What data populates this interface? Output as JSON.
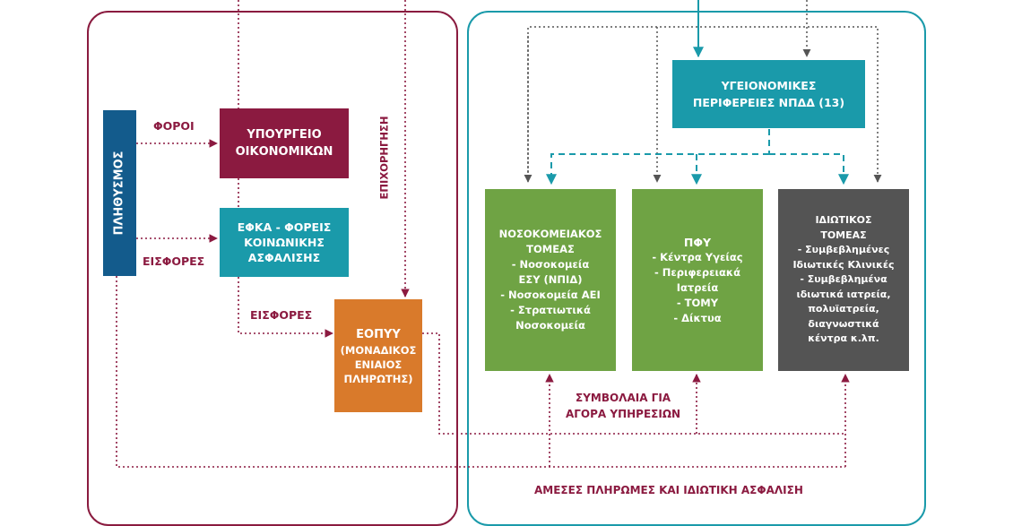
{
  "colors": {
    "maroon": "#8b1a40",
    "teal": "#1a9aaa",
    "green": "#6fa344",
    "orange": "#d97a2b",
    "gray": "#545454",
    "navy": "#135b8c"
  },
  "boxes": {
    "population": "ΠΛΗΘΥΣΜΟΣ",
    "ministry": [
      "ΥΠΟΥΡΓΕΙΟ",
      "ΟΙΚΟΝΟΜΙΚΩΝ"
    ],
    "efka": [
      "ΕΦΚΑ - ΦΟΡΕΙΣ",
      "ΚΟΙΝΩΝΙΚΗΣ",
      "ΑΣΦΑΛΙΣΗΣ"
    ],
    "eopyy": [
      "ΕΟΠΥΥ",
      "(ΜΟΝΑΔΙΚΟΣ",
      "ΕΝΙΑΙΟΣ",
      "ΠΛΗΡΩΤΗΣ)"
    ],
    "regions": [
      "ΥΓΕΙΟΝΟΜΙΚΕΣ",
      "ΠΕΡΙΦΕΡΕΙΕΣ ΝΠΔΔ (13)"
    ],
    "hospital": [
      "ΝΟΣΟΚΟΜΕΙΑΚΟΣ",
      "ΤΟΜΕΑΣ",
      "- Νοσοκομεία",
      "ΕΣΥ (ΝΠΙΔ)",
      "- Νοσοκομεία ΑΕΙ",
      "- Στρατιωτικά",
      "Νοσοκομεία"
    ],
    "pfy": [
      "ΠΦΥ",
      "- Κέντρα Υγείας",
      "- Περιφερειακά",
      "Ιατρεία",
      "- ΤΟΜΥ",
      "- Δίκτυα"
    ],
    "private": [
      "ΙΔΙΩΤΙΚΟΣ",
      "ΤΟΜΕΑΣ",
      "- Συμβεβλημένες",
      "Ιδιωτικές Κλινικές",
      "- Συμβεβλημένα",
      "ιδιωτικά ιατρεία,",
      "πολυϊατρεία,",
      "διαγνωστικά",
      "κέντρα κ.λπ."
    ]
  },
  "labels": {
    "taxes": "ΦΟΡΟΙ",
    "contributions_1": "ΕΙΣΦΟΡΕΣ",
    "contributions_2": "ΕΙΣΦΟΡΕΣ",
    "subsidy": "ΕΠΙΧΟΡΗΓΗΣΗ",
    "contracts": [
      "ΣΥΜΒΟΛΑΙΑ ΓΙΑ",
      "ΑΓΟΡΑ ΥΠΗΡΕΣΙΩΝ"
    ],
    "direct_payments": "ΑΜΕΣΕΣ ΠΛΗΡΩΜΕΣ ΚΑΙ ΙΔΙΩΤΙΚΗ ΑΣΦΑΛΙΣΗ"
  }
}
